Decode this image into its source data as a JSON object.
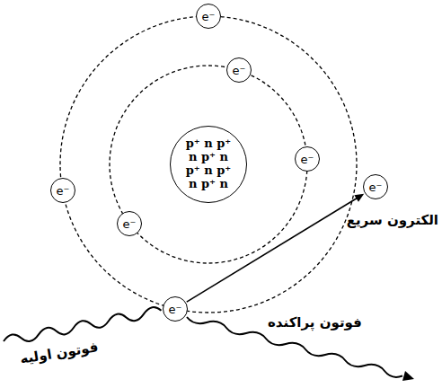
{
  "diagram": {
    "nodes": [
      {
        "text": [
          "e⁻"
        ]
      },
      {
        "text": [
          "e⁻"
        ]
      },
      {
        "text": [
          "e⁻"
        ]
      },
      {
        "text": [
          "p⁺ n p⁺ n p⁺ n p⁺ n p⁺ n p⁺ n"
        ]
      },
      {
        "text": [
          "e⁻"
        ]
      },
      {
        "text": [
          "e⁻"
        ]
      },
      {
        "text": [
          "e⁻"
        ]
      },
      {
        "text": [
          "e⁻"
        ]
      }
    ],
    "edges": [
      {
        "from": 7,
        "to": 5,
        "arrow": "to"
      }
    ],
    "labels": [
      "الکترون سریع",
      "فوتون پراکنده",
      "فوتون اولیه"
    ]
  }
}
